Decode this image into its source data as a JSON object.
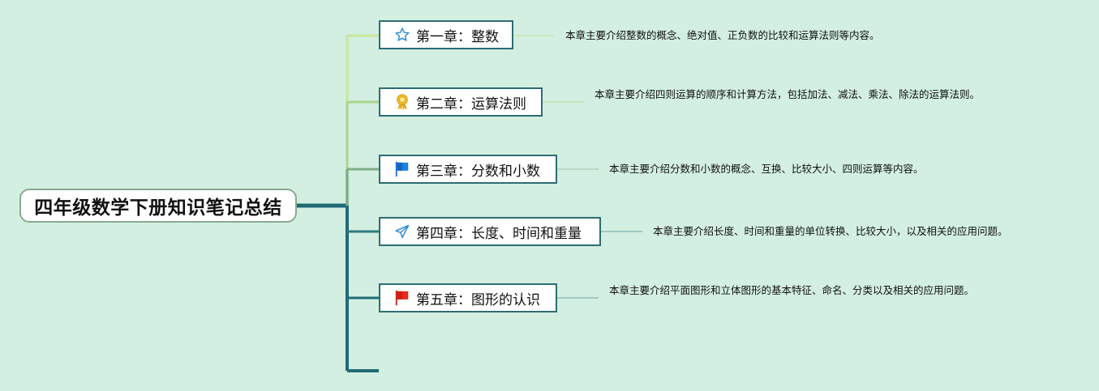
{
  "root": {
    "title": "四年级数学下册知识笔记总结"
  },
  "chapters": [
    {
      "label": "第一章：整数",
      "icon": "star-icon",
      "description": "本章主要介绍整数的概念、绝对值、正负数的比较和运算法则等内容。"
    },
    {
      "label": "第二章：运算法则",
      "icon": "award-ribbon-icon",
      "description": "本章主要介绍四则运算的顺序和计算方法，包括加法、减法、乘法、除法的运算法则。"
    },
    {
      "label": "第三章：分数和小数",
      "icon": "blue-flag-icon",
      "description": "本章主要介绍分数和小数的概念、互换、比较大小、四则运算等内容。"
    },
    {
      "label": "第四章：长度、时间和重量",
      "icon": "paper-plane-icon",
      "description": "本章主要介绍长度、时间和重量的单位转换、比较大小，以及相关的应用问题。"
    },
    {
      "label": "第五章：图形的认识",
      "icon": "red-flag-icon",
      "description": "本章主要介绍平面图形和立体图形的基本特征、命名、分类以及相关的应用问题。"
    }
  ],
  "colors": {
    "background": "#d3efe1",
    "trunk": "#1f6b74",
    "branch_light": "#c9e69c",
    "branch_mid": "#7fae88",
    "node_border": "#2d6d73"
  }
}
